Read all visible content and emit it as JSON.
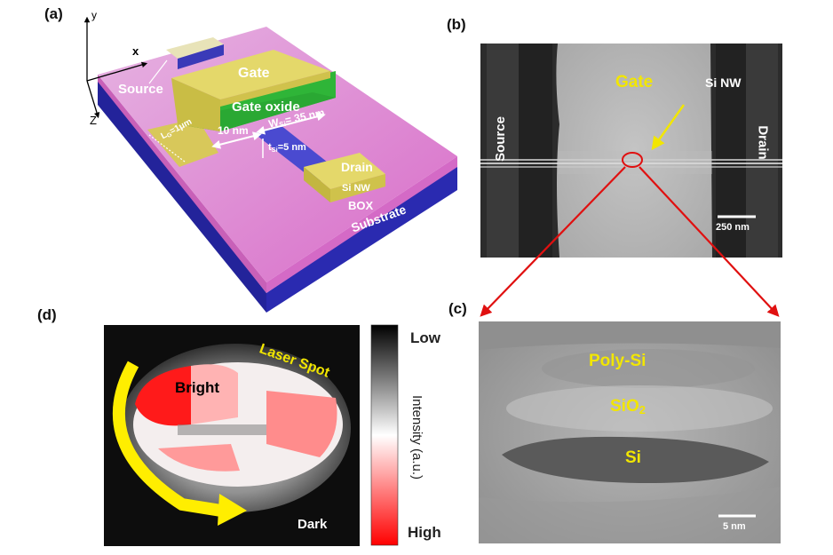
{
  "panels": {
    "a": "(a)",
    "b": "(b)",
    "c": "(c)",
    "d": "(d)"
  },
  "device": {
    "axis_x": "x",
    "axis_y": "y",
    "axis_z": "Z",
    "source": "Source",
    "gate": "Gate",
    "gate_oxide": "Gate oxide",
    "lg_base": "L",
    "lg_sub": "G",
    "lg_value": "=1μm",
    "gap": "10 nm",
    "wsi_base": "W",
    "wsi_sub": "Si",
    "wsi_value": "= 35 nm",
    "tsi_base": "t",
    "tsi_sub": "Si",
    "tsi_value": "=5 nm",
    "drain": "Drain",
    "si_nw": "Si NW",
    "box": "BOX",
    "substrate": "Substrate"
  },
  "sem": {
    "gate": "Gate",
    "si_nw": "Si NW",
    "source": "Source",
    "drain": "Drain",
    "scale": "250 nm"
  },
  "tem": {
    "poly_si": "Poly-Si",
    "sio2_base": "SiO",
    "sio2_sub": "2",
    "si": "Si",
    "scale": "5 nm"
  },
  "map": {
    "laser_spot": "Laser Spot",
    "bright": "Bright",
    "dark": "Dark",
    "colorbar_low": "Low",
    "colorbar_high": "High",
    "colorbar_label": "Intensity (a.u.)"
  },
  "colors": {
    "gate_yellow": "#d9cc55",
    "gate_oxide_green": "#33b83a",
    "box_pink": "#e07fd0",
    "substrate_blue": "#2c2ca8",
    "nw_blue": "#4a4ad0",
    "label_yellow": "#f2e600",
    "map_red": "#ff1010",
    "arrow_yellow": "#ffee00"
  }
}
